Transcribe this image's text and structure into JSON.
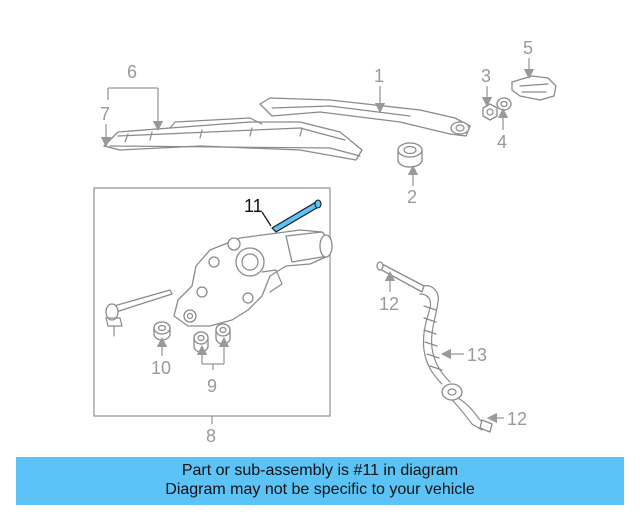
{
  "callouts": {
    "c1": "1",
    "c2": "2",
    "c3": "3",
    "c4": "4",
    "c5": "5",
    "c6": "6",
    "c7": "7",
    "c8": "8",
    "c9": "9",
    "c10": "10",
    "c11": "11",
    "c12a": "12",
    "c12b": "12",
    "c13": "13"
  },
  "highlight": {
    "part_number": "11",
    "color": "#5bc3f5"
  },
  "caption": {
    "line1": "Part or sub-assembly is #11 in diagram",
    "line2": "Diagram may not be specific to your vehicle"
  }
}
